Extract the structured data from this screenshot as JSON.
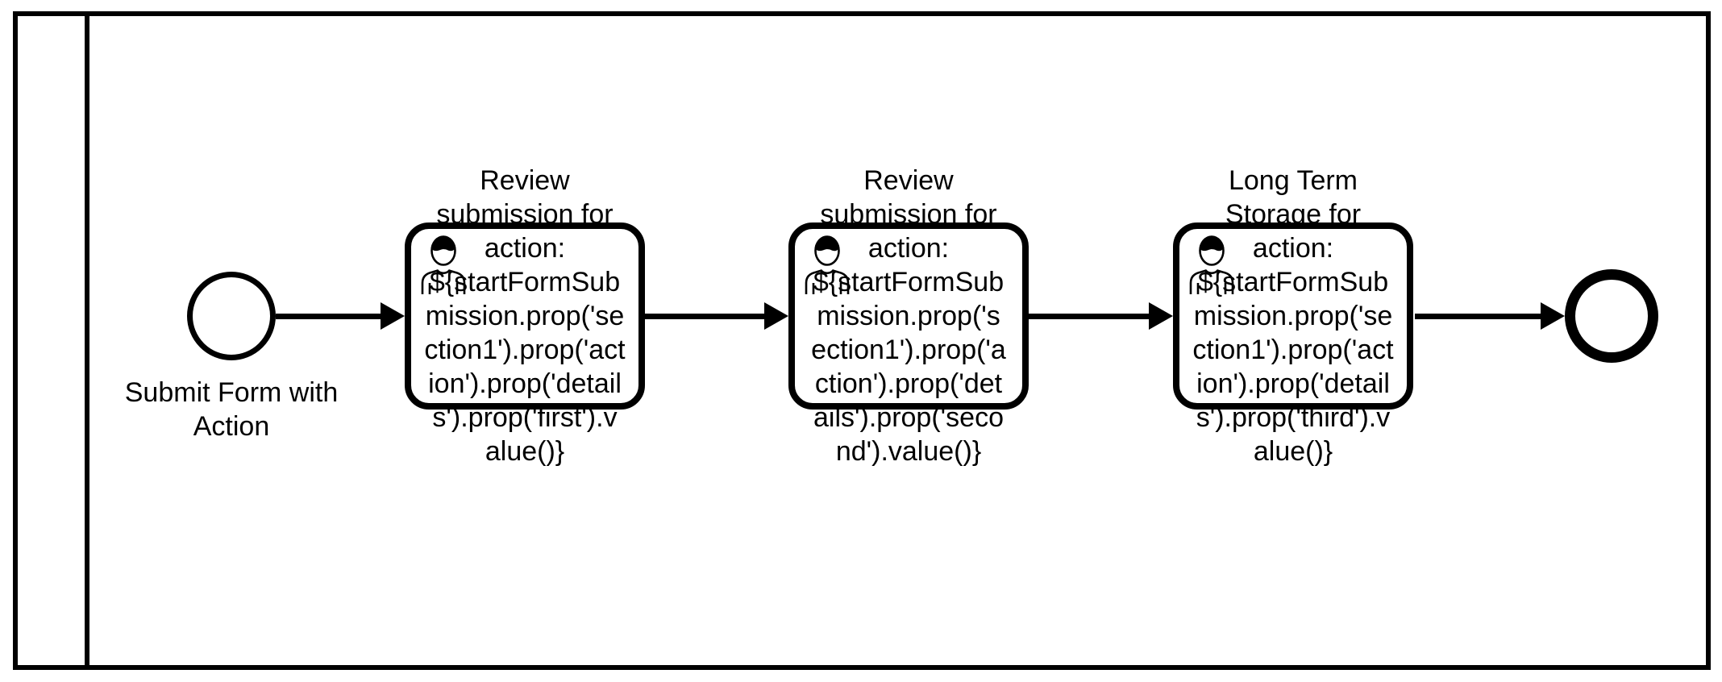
{
  "colors": {
    "stroke": "#000000",
    "background": "#ffffff"
  },
  "diagram": {
    "kind": "bpmn-process",
    "pool": {
      "label": ""
    },
    "start_event": {
      "name": "Submit Form with Action",
      "label_lines": [
        "Submit Form with",
        "Action"
      ]
    },
    "tasks": [
      {
        "type": "user-task",
        "icon": "user-icon",
        "name": "Review submission for action: ${startFormSubmission.prop('section1').prop('action').prop('details').prop('first').value()}",
        "label_lines": [
          "Review",
          "submission for",
          "action:",
          "${startFormSub",
          "mission.prop('se",
          "ction1').prop('act",
          "ion').prop('detail",
          "s').prop('first').v",
          "alue()}"
        ]
      },
      {
        "type": "user-task",
        "icon": "user-icon",
        "name": "Review submission for action: ${startFormSubmission.prop('section1').prop('action').prop('details').prop('second').value()}",
        "label_lines": [
          "Review",
          "submission for",
          "action:",
          "${startFormSub",
          "mission.prop('s",
          "ection1').prop('a",
          "ction').prop('det",
          "ails').prop('seco",
          "nd').value()}"
        ]
      },
      {
        "type": "user-task",
        "icon": "user-icon",
        "name": "Long Term Storage for action: ${startFormSubmission.prop('section1').prop('action').prop('details').prop('third').value()}",
        "label_lines": [
          "Long Term",
          "Storage for",
          "action:",
          "${startFormSub",
          "mission.prop('se",
          "ction1').prop('act",
          "ion').prop('detail",
          "s').prop('third').v",
          "alue()}"
        ]
      }
    ],
    "end_event": {
      "name": ""
    },
    "flows": [
      {
        "from": "start-event",
        "to": "task-1"
      },
      {
        "from": "task-1",
        "to": "task-2"
      },
      {
        "from": "task-2",
        "to": "task-3"
      },
      {
        "from": "task-3",
        "to": "end-event"
      }
    ]
  }
}
